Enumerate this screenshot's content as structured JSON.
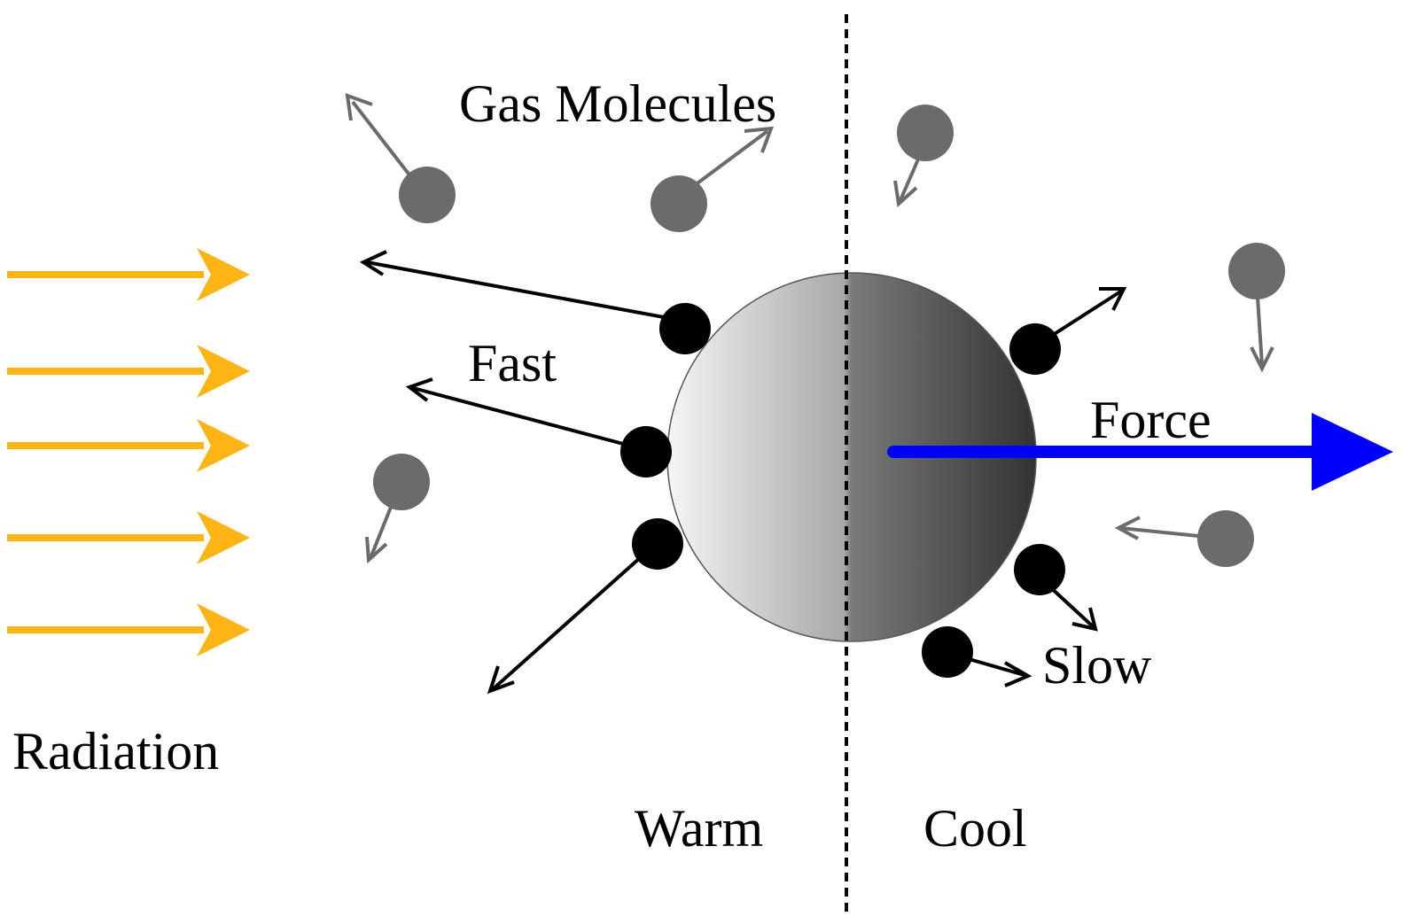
{
  "labels": {
    "gas_molecules": "Gas Molecules",
    "fast": "Fast",
    "force": "Force",
    "slow": "Slow",
    "radiation": "Radiation",
    "warm": "Warm",
    "cool": "Cool"
  },
  "colors": {
    "radiation": "#FDB515",
    "force": "#0000FF",
    "gas_molecule": "#6B6B6B",
    "gas_molecule_arrow": "#6B6B6B",
    "reflected_molecule": "#000000",
    "particle_warm": "#F5F5F5",
    "particle_cool": "#333333",
    "divider": "#000000"
  }
}
